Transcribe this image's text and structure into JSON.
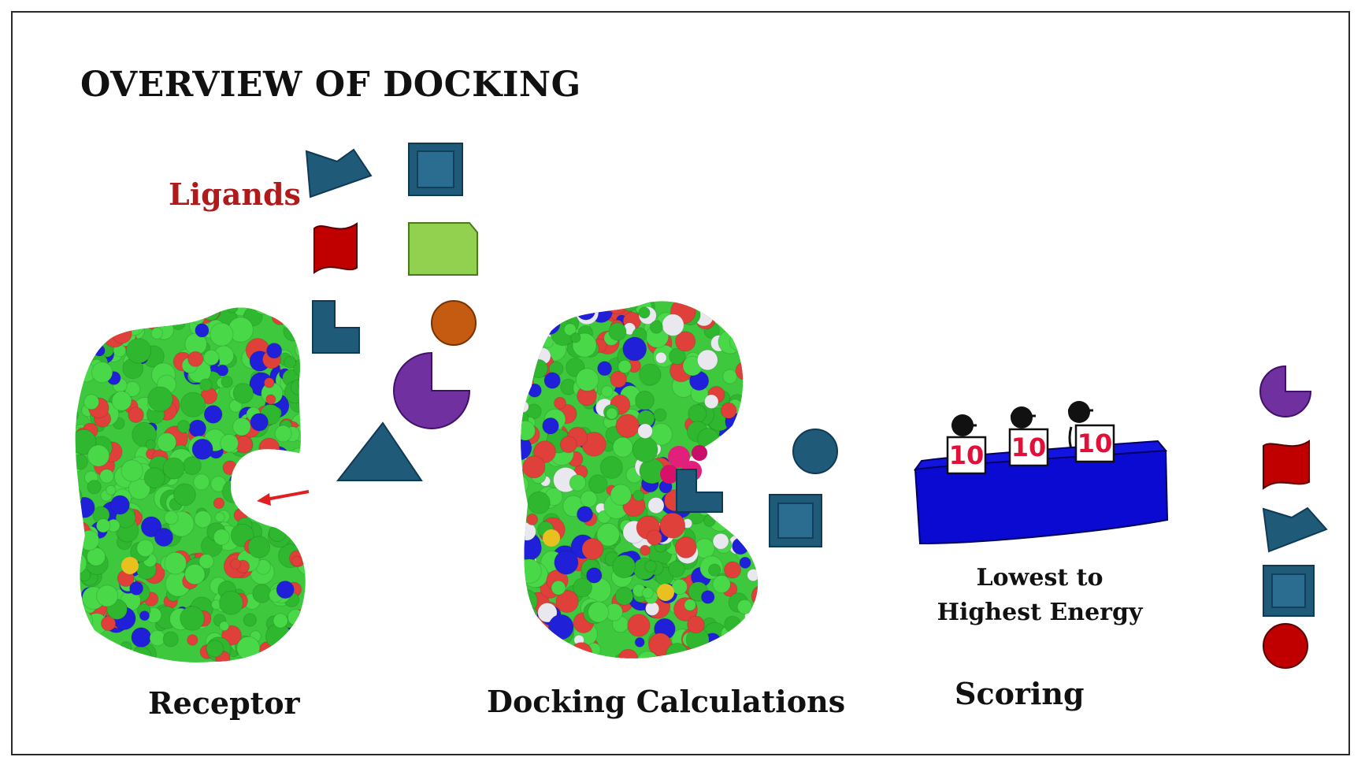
{
  "title": "OVERVIEW OF DOCKING",
  "labels": {
    "ligands": "Ligands",
    "receptor": "Receptor",
    "docking": "Docking Calculations",
    "scoring": "Scoring",
    "energy_line1": "Lowest to",
    "energy_line2": "Highest Energy"
  },
  "judges": {
    "score_text": "10"
  },
  "colors": {
    "ligand_blue": "#1f5a78",
    "ligand_red": "#c00000",
    "ligand_green": "#92d050",
    "ligand_orange": "#c55a11",
    "ligand_purple": "#7030a0",
    "protein_green": "#3ec83e",
    "protein_red": "#e0403a",
    "protein_blue": "#2020d8",
    "table_blue": "#0a0ad2",
    "score_red": "#e0103a",
    "pocket_pink": "#e0207a",
    "arrow_red": "#e02020"
  }
}
